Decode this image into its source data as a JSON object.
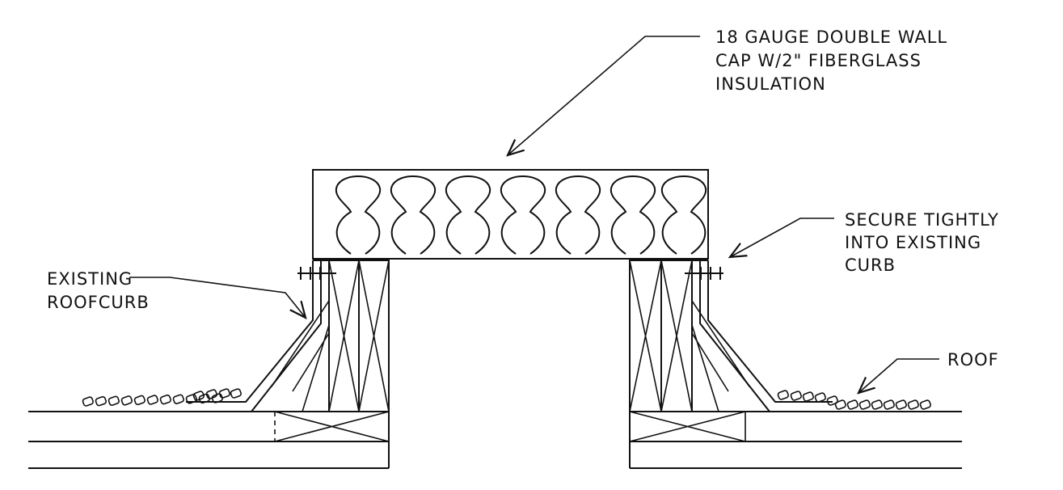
{
  "callouts": {
    "cap": [
      "18 GAUGE DOUBLE WALL",
      "CAP W/2\" FIBERGLASS",
      "INSULATION"
    ],
    "secure": [
      "SECURE TIGHTLY",
      "INTO EXISTING",
      "CURB"
    ],
    "roofcurb": [
      "EXISTING",
      "ROOFCURB"
    ],
    "roof": [
      "ROOF"
    ]
  },
  "colors": {
    "ink": "#111111",
    "paper": "#ffffff"
  }
}
